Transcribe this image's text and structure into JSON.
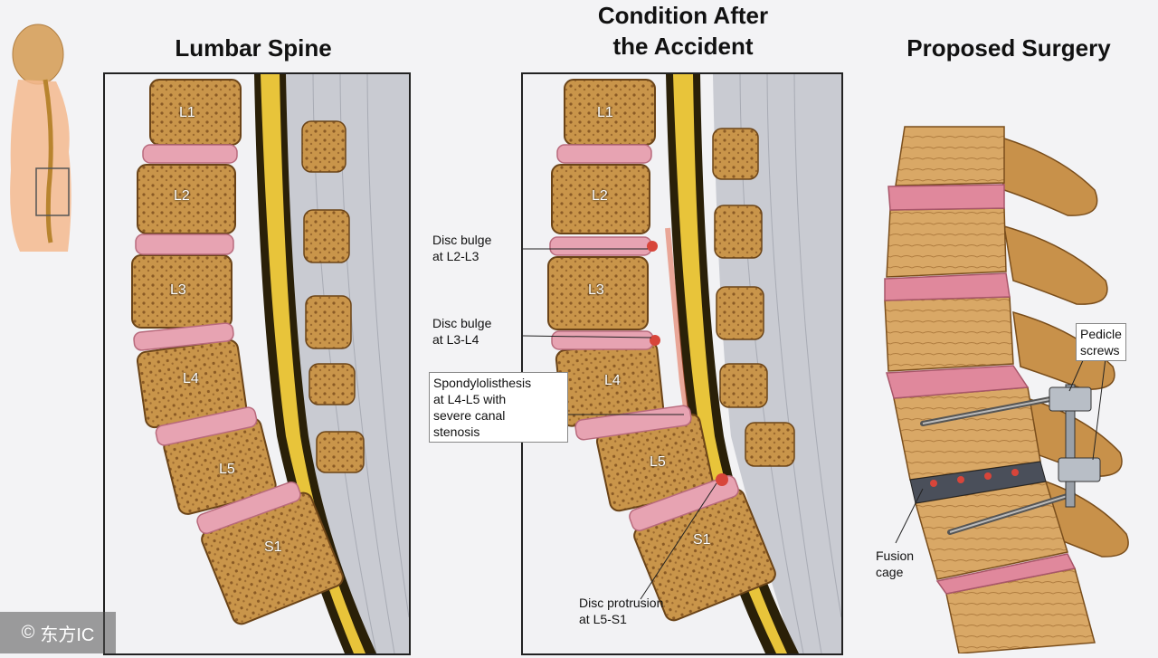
{
  "titles": {
    "lumbar": "Lumbar Spine",
    "condition": "Condition After\nthe Accident",
    "surgery": "Proposed Surgery"
  },
  "vertebrae": [
    "L1",
    "L2",
    "L3",
    "L4",
    "L5",
    "S1"
  ],
  "callouts": {
    "bulge_l2l3": "Disc bulge\nat L2-L3",
    "bulge_l3l4": "Disc bulge\nat L3-L4",
    "spondy": "Spondylolisthesis\nat L4-L5 with\nsevere canal\nstenosis",
    "protrusion": "Disc protrusion\nat L5-S1",
    "pedicle": "Pedicle\nscrews",
    "fusion": "Fusion\ncage"
  },
  "watermark": {
    "symbol": "©",
    "text": "东方IC"
  },
  "colors": {
    "bone": "#c9954a",
    "bone_dark": "#8a5a25",
    "disc": "#e7a3b2",
    "disc_inner": "#f4cfd8",
    "cord": "#e8c43a",
    "cord_dark": "#2a2008",
    "muscle": "#c9cbd2"
  }
}
